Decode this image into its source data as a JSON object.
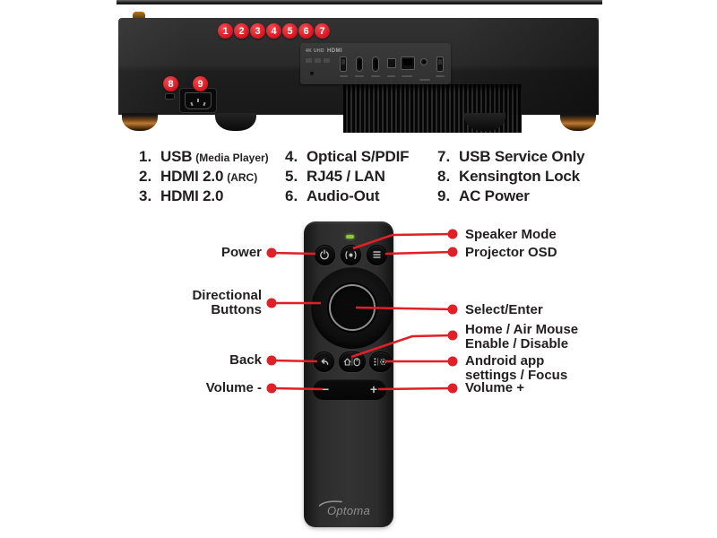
{
  "colors": {
    "accent_red": "#e01f26",
    "label_text": "#231f20",
    "led_green": "#8ec63f"
  },
  "rear_panel": {
    "callouts": [
      "1",
      "2",
      "3",
      "4",
      "5",
      "6",
      "7",
      "8",
      "9"
    ],
    "panel_logos": [
      "4K UHD",
      "HDMI"
    ],
    "legend_columns": [
      {
        "items": [
          {
            "num": "1.",
            "label": "USB",
            "sub": "(Media Player)"
          },
          {
            "num": "2.",
            "label": "HDMI 2.0",
            "sub": "(ARC)"
          },
          {
            "num": "3.",
            "label": "HDMI 2.0",
            "sub": ""
          }
        ]
      },
      {
        "items": [
          {
            "num": "4.",
            "label": "Optical S/PDIF",
            "sub": ""
          },
          {
            "num": "5.",
            "label": "RJ45 / LAN",
            "sub": ""
          },
          {
            "num": "6.",
            "label": "Audio-Out",
            "sub": ""
          }
        ]
      },
      {
        "items": [
          {
            "num": "7.",
            "label": "USB Service Only",
            "sub": ""
          },
          {
            "num": "8.",
            "label": "Kensington Lock",
            "sub": ""
          },
          {
            "num": "9.",
            "label": "AC Power",
            "sub": ""
          }
        ]
      }
    ]
  },
  "remote": {
    "labels": {
      "power": "Power",
      "directional_1": "Directional",
      "directional_2": "Buttons",
      "back": "Back",
      "volume_minus": "Volume -",
      "speaker_mode": "Speaker Mode",
      "projector_osd": "Projector OSD",
      "select_enter": "Select/Enter",
      "home_1": "Home / Air Mouse",
      "home_2": "Enable / Disable",
      "android_1": "Android app",
      "android_2": "settings / Focus",
      "volume_plus": "Volume +"
    },
    "buttons": {
      "minus": "−",
      "plus": "+"
    },
    "icons": [
      "power-icon",
      "speaker-mode-icon",
      "menu-icon",
      "back-icon",
      "home-airmouse-icon",
      "android-settings-icon"
    ],
    "brand": "Optoma"
  }
}
